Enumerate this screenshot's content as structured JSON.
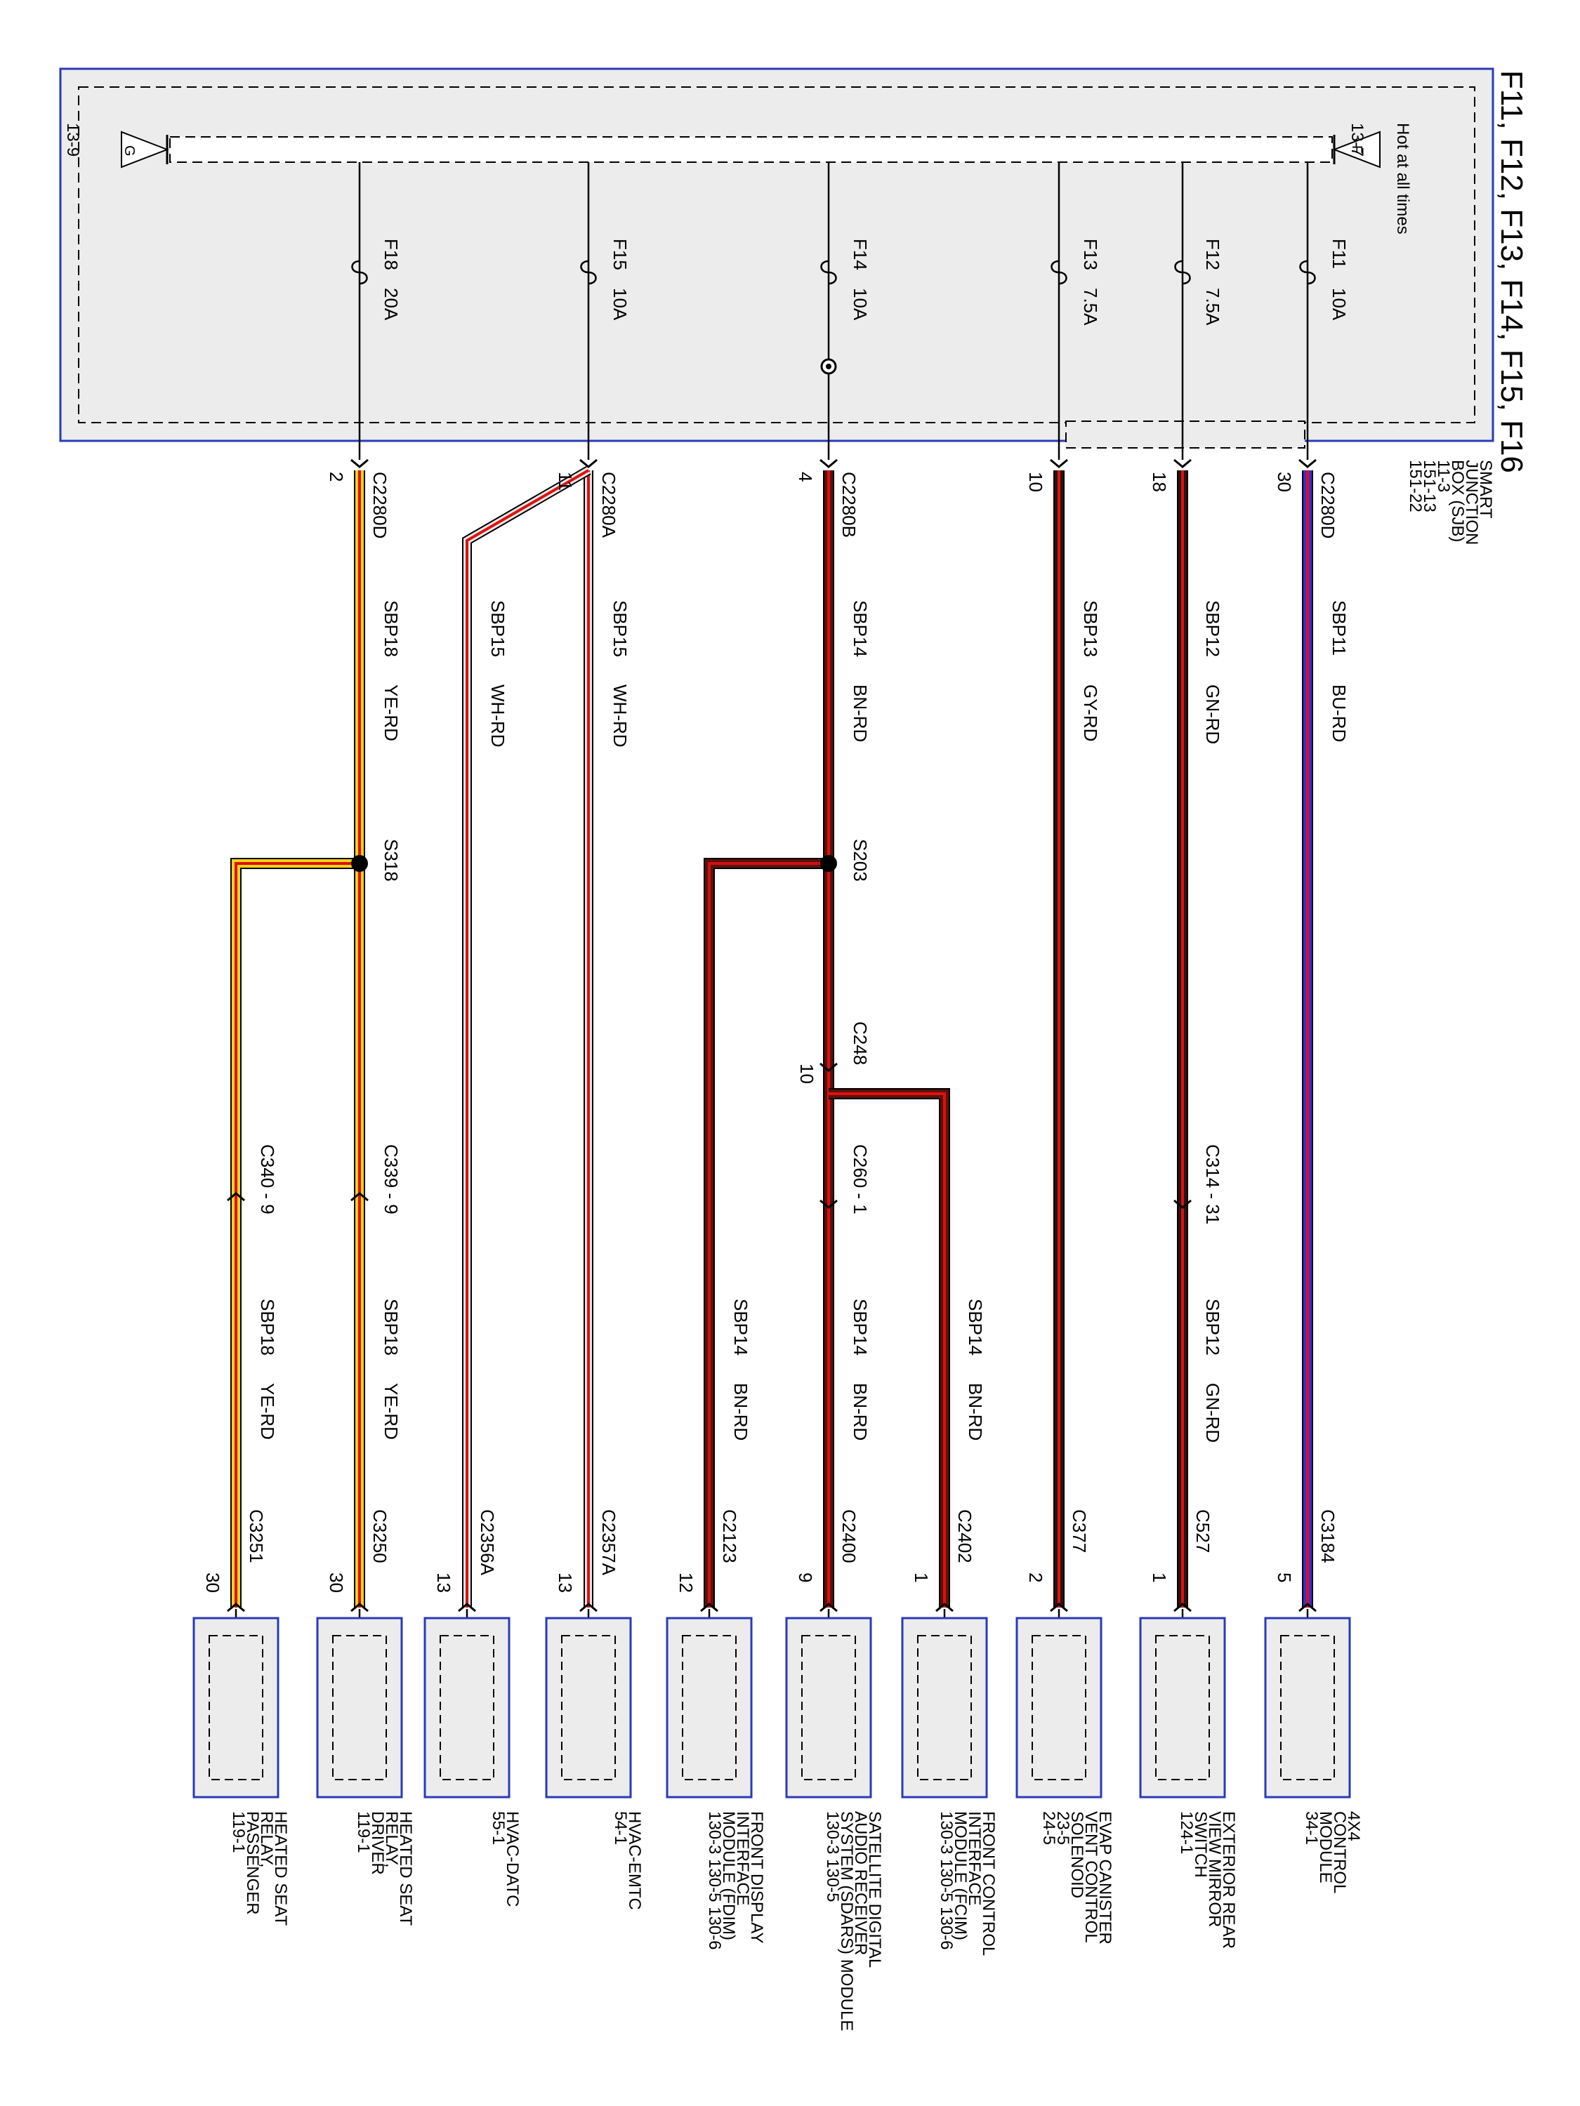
{
  "title": "F11, F12, F13, F14, F15, F16",
  "sjb": {
    "label_lines": [
      "SMART",
      "JUNCTION",
      "BOX (SJB)",
      "11-3",
      "151-13",
      "151-22"
    ],
    "hot_label": "Hot at all times",
    "bus_start_ref": "13-7",
    "bus_end_ref": "13-9",
    "bus_start_letter": "F",
    "bus_end_letter": "G"
  },
  "fuses": [
    {
      "id": "F11",
      "rating": "10A",
      "connector": "C2280D",
      "pin": "30"
    },
    {
      "id": "F12",
      "rating": "7.5A",
      "connector": "",
      "pin": "18"
    },
    {
      "id": "F13",
      "rating": "7.5A",
      "connector": "",
      "pin": "10"
    },
    {
      "id": "F14",
      "rating": "10A",
      "connector": "C2280B",
      "pin": "4"
    },
    {
      "id": "F15",
      "rating": "10A",
      "connector": "C2280A",
      "pin": "11"
    },
    {
      "id": "F18",
      "rating": "20A",
      "connector": "C2280D",
      "pin": "2"
    }
  ],
  "wires": [
    {
      "circuit": "SBP11",
      "color_code": "BU-RD"
    },
    {
      "circuit": "SBP12",
      "color_code": "GN-RD"
    },
    {
      "circuit": "SBP13",
      "color_code": "GY-RD"
    },
    {
      "circuit": "SBP14",
      "color_code": "BN-RD"
    },
    {
      "circuit": "SBP15",
      "color_code": "WH-RD"
    },
    {
      "circuit": "SBP15",
      "color_code": "WH-RD"
    },
    {
      "circuit": "SBP18",
      "color_code": "YE-RD"
    },
    {
      "circuit": "SBP12",
      "color_code": "GN-RD"
    },
    {
      "circuit": "SBP14",
      "color_code": "BN-RD"
    },
    {
      "circuit": "SBP14",
      "color_code": "BN-RD"
    },
    {
      "circuit": "SBP14",
      "color_code": "BN-RD"
    },
    {
      "circuit": "SBP18",
      "color_code": "YE-RD"
    },
    {
      "circuit": "SBP18",
      "color_code": "YE-RD"
    }
  ],
  "splices": [
    {
      "id": "S318"
    },
    {
      "id": "S203"
    }
  ],
  "inline_connectors": [
    {
      "id": "C314 - 31"
    },
    {
      "id": "C248"
    },
    {
      "id": "10"
    },
    {
      "id": "C260 - 1"
    },
    {
      "id": "C339 - 9"
    },
    {
      "id": "C340 - 9"
    }
  ],
  "components": [
    {
      "connector": "C3184",
      "pin": "5",
      "name_lines": [
        "4X4",
        "CONTROL",
        "MODULE",
        "34-1"
      ]
    },
    {
      "connector": "C527",
      "pin": "1",
      "name_lines": [
        "EXTERIOR REAR",
        "VIEW MIRROR",
        "SWITCH",
        "124-1"
      ]
    },
    {
      "connector": "C377",
      "pin": "2",
      "name_lines": [
        "EVAP CANISTER",
        "VENT CONTROL",
        "SOLENOID",
        "23-5",
        "24-5"
      ]
    },
    {
      "connector": "C2402",
      "pin": "1",
      "name_lines": [
        "FRONT CONTROL",
        "INTERFACE",
        "MODULE (FCIM)",
        "130-3    130-5    130-6"
      ]
    },
    {
      "connector": "C2400",
      "pin": "9",
      "name_lines": [
        "SATELLITE DIGITAL",
        "AUDIO RECEIVER",
        "SYSTEM (SDARS) MODULE",
        "130-3    130-5"
      ]
    },
    {
      "connector": "C2123",
      "pin": "12",
      "name_lines": [
        "FRONT DISPLAY",
        "INTERFACE",
        "MODULE (FDIM)",
        "130-3    130-5    130-6"
      ]
    },
    {
      "connector": "C2357A",
      "pin": "13",
      "name_lines": [
        "HVAC-EMTC",
        "54-1"
      ]
    },
    {
      "connector": "C2356A",
      "pin": "13",
      "name_lines": [
        "HVAC-DATC",
        "55-1"
      ]
    },
    {
      "connector": "C3250",
      "pin": "30",
      "name_lines": [
        "HEATED SEAT",
        "RELAY,",
        "DRIVER",
        "119-1"
      ]
    },
    {
      "connector": "C3251",
      "pin": "30",
      "name_lines": [
        "HEATED SEAT",
        "RELAY,",
        "PASSENGER",
        "119-1"
      ]
    }
  ],
  "colors": {
    "BU-RD": "#3a2bd6",
    "GN-RD": "#2a1410",
    "GY-RD": "#2a1410",
    "BN-RD": "#5a120c",
    "WH-RD": "#e8e8e8",
    "YE-RD": "#f4d21a",
    "stripe": "#e01010",
    "frame": "#2a3ab8",
    "panel": "#ececec"
  }
}
